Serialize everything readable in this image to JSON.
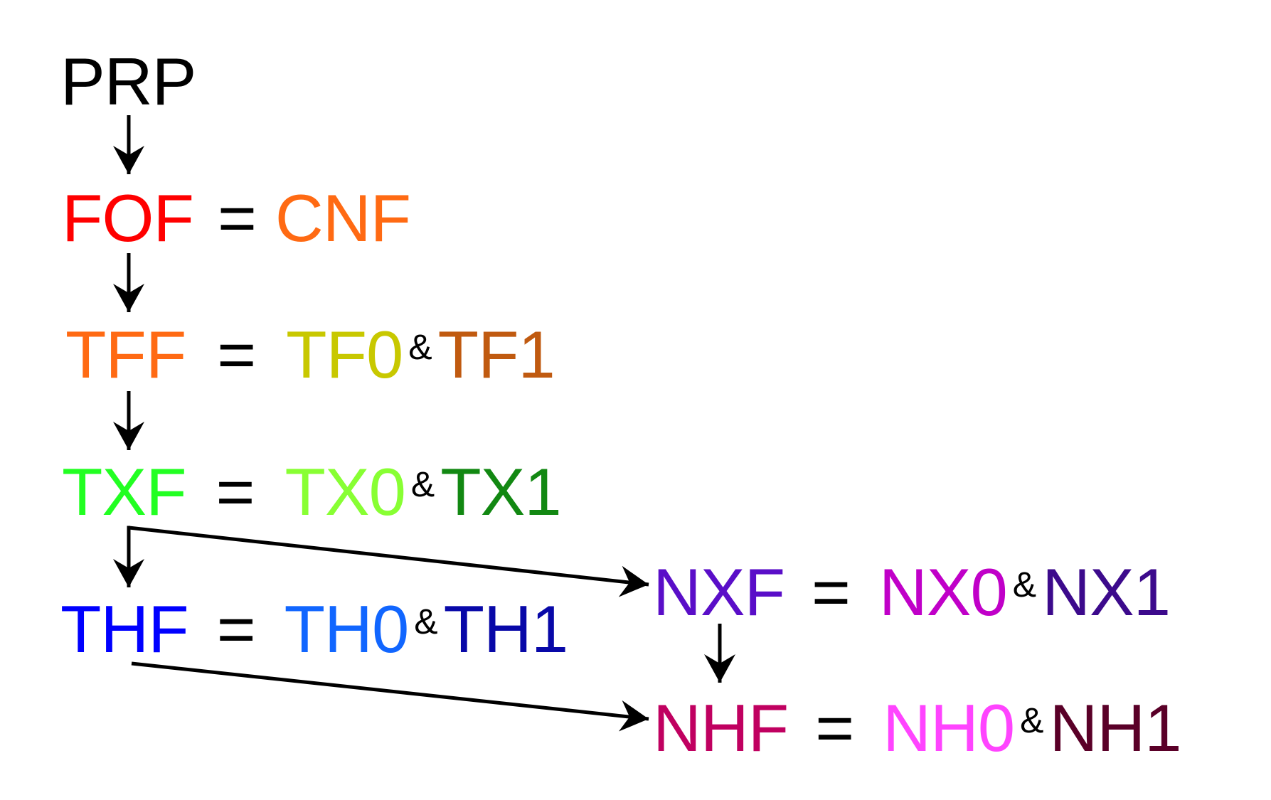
{
  "nodes": {
    "prp": {
      "label": "PRP",
      "color": "#000000"
    },
    "fof": {
      "label": "FOF",
      "color": "#ff0000"
    },
    "cnf": {
      "label": "CNF",
      "color": "#ff6a13"
    },
    "tff": {
      "label": "TFF",
      "color": "#ff6a13"
    },
    "tf0": {
      "label": "TF0",
      "color": "#c8c800"
    },
    "tf1": {
      "label": "TF1",
      "color": "#c05a10"
    },
    "txf": {
      "label": "TXF",
      "color": "#22ff22"
    },
    "tx0": {
      "label": "TX0",
      "color": "#88ff33"
    },
    "tx1": {
      "label": "TX1",
      "color": "#128812"
    },
    "thf": {
      "label": "THF",
      "color": "#0000ff"
    },
    "th0": {
      "label": "TH0",
      "color": "#1166ff"
    },
    "th1": {
      "label": "TH1",
      "color": "#0808a8"
    },
    "nxf": {
      "label": "NXF",
      "color": "#5a0ec8"
    },
    "nx0": {
      "label": "NX0",
      "color": "#c000c8"
    },
    "nx1": {
      "label": "NX1",
      "color": "#3c0a8c"
    },
    "nhf": {
      "label": "NHF",
      "color": "#c00060"
    },
    "nh0": {
      "label": "NH0",
      "color": "#ff44ff"
    },
    "nh1": {
      "label": "NH1",
      "color": "#5a0028"
    }
  },
  "symbols": {
    "equals": "=",
    "and": "&"
  },
  "edges": [
    {
      "from": "PRP",
      "to": "FOF"
    },
    {
      "from": "FOF",
      "to": "TFF"
    },
    {
      "from": "TFF",
      "to": "TXF"
    },
    {
      "from": "TXF",
      "to": "THF"
    },
    {
      "from": "TXF",
      "to": "NXF"
    },
    {
      "from": "THF",
      "to": "NHF"
    },
    {
      "from": "NXF",
      "to": "NHF"
    }
  ],
  "arrow_color": "#000000"
}
